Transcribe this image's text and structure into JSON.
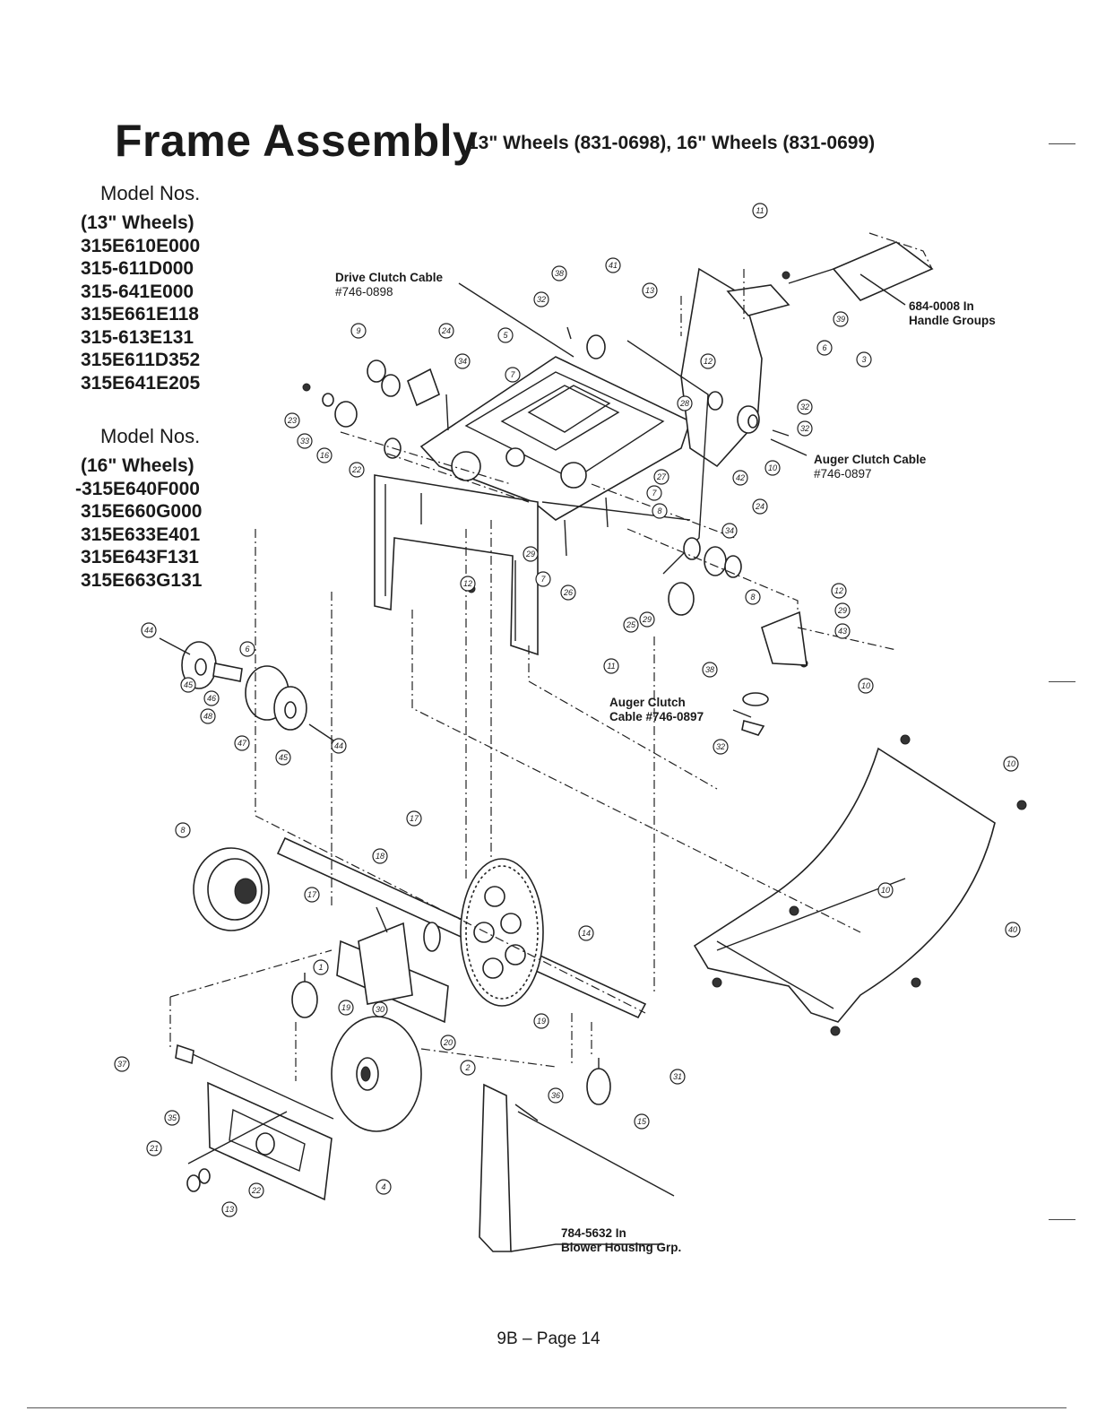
{
  "header": {
    "title": "Frame Assembly",
    "subtitle": "13\" Wheels (831-0698), 16\" Wheels (831-0699)"
  },
  "models_13": {
    "heading": "Model Nos.",
    "group": "(13\" Wheels)",
    "items": [
      "315E610E000",
      "315-611D000",
      "315-641E000",
      "315E661E118",
      "315-613E131",
      "315E611D352",
      "315E641E205"
    ]
  },
  "models_16": {
    "heading": "Model Nos.",
    "group": "(16\" Wheels)",
    "items": [
      "-315E640F000",
      "315E660G000",
      "315E633E401",
      "315E643F131",
      "315E663G131"
    ]
  },
  "notes": {
    "drive_clutch": [
      "Drive Clutch Cable",
      "#746-0898"
    ],
    "handle": [
      "684-0008 In",
      "Handle Groups"
    ],
    "auger_clutch_right": [
      "Auger Clutch Cable",
      "#746-0897"
    ],
    "auger_clutch_center": [
      "Auger Clutch",
      "Cable #746-0897"
    ],
    "blower": [
      "784-5632 In",
      "Blower Housing Grp."
    ]
  },
  "callouts": [
    {
      "n": "11"
    },
    {
      "n": "41"
    },
    {
      "n": "38"
    },
    {
      "n": "13"
    },
    {
      "n": "32"
    },
    {
      "n": "39"
    },
    {
      "n": "9"
    },
    {
      "n": "24"
    },
    {
      "n": "5"
    },
    {
      "n": "34"
    },
    {
      "n": "6"
    },
    {
      "n": "3"
    },
    {
      "n": "7"
    },
    {
      "n": "12"
    },
    {
      "n": "28"
    },
    {
      "n": "23"
    },
    {
      "n": "32"
    },
    {
      "n": "33"
    },
    {
      "n": "32"
    },
    {
      "n": "16"
    },
    {
      "n": "22"
    },
    {
      "n": "10"
    },
    {
      "n": "42"
    },
    {
      "n": "27"
    },
    {
      "n": "7"
    },
    {
      "n": "24"
    },
    {
      "n": "8"
    },
    {
      "n": "34"
    },
    {
      "n": "29"
    },
    {
      "n": "12"
    },
    {
      "n": "7"
    },
    {
      "n": "26"
    },
    {
      "n": "8"
    },
    {
      "n": "12"
    },
    {
      "n": "29"
    },
    {
      "n": "25"
    },
    {
      "n": "43"
    },
    {
      "n": "29"
    },
    {
      "n": "11"
    },
    {
      "n": "38"
    },
    {
      "n": "10"
    },
    {
      "n": "32"
    },
    {
      "n": "44"
    },
    {
      "n": "6"
    },
    {
      "n": "45"
    },
    {
      "n": "46"
    },
    {
      "n": "48"
    },
    {
      "n": "47"
    },
    {
      "n": "45"
    },
    {
      "n": "44"
    },
    {
      "n": "10"
    },
    {
      "n": "8"
    },
    {
      "n": "17"
    },
    {
      "n": "18"
    },
    {
      "n": "17"
    },
    {
      "n": "10"
    },
    {
      "n": "14"
    },
    {
      "n": "1"
    },
    {
      "n": "19"
    },
    {
      "n": "30"
    },
    {
      "n": "19"
    },
    {
      "n": "20"
    },
    {
      "n": "40"
    },
    {
      "n": "37"
    },
    {
      "n": "2"
    },
    {
      "n": "31"
    },
    {
      "n": "35"
    },
    {
      "n": "36"
    },
    {
      "n": "15"
    },
    {
      "n": "21"
    },
    {
      "n": "4"
    },
    {
      "n": "22"
    },
    {
      "n": "13"
    }
  ],
  "footer": {
    "page": "9B – Page 14"
  }
}
